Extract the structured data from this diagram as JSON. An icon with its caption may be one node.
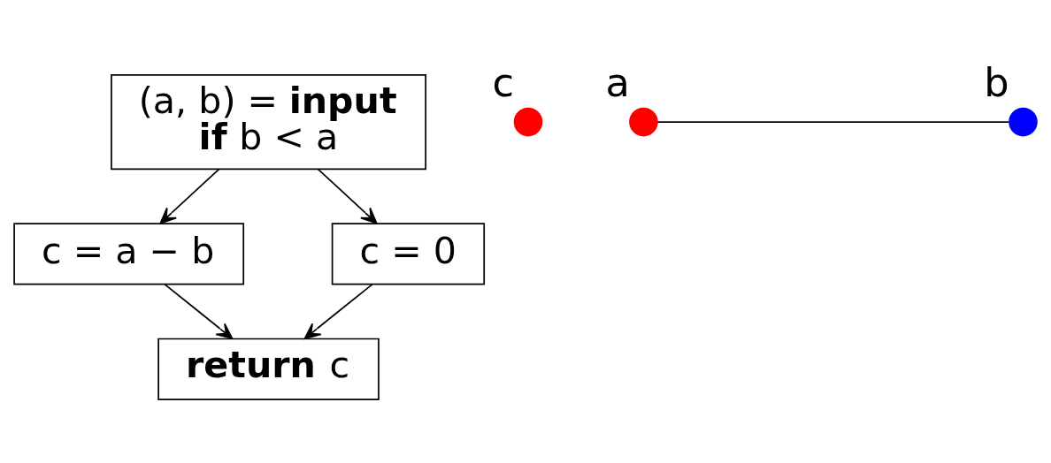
{
  "diagram": {
    "nodes": [
      {
        "text": [
          "(a, b) = **input**",
          "**if** b < a"
        ]
      },
      {
        "text": [
          "c = a − b"
        ]
      },
      {
        "text": [
          "c = 0"
        ]
      },
      {
        "text": [
          "**return** c"
        ]
      },
      {
        "text": [],
        "shape": "circle",
        "beside": [
          "c"
        ]
      },
      {
        "text": [],
        "shape": "circle",
        "beside": [
          "a"
        ]
      },
      {
        "text": [],
        "shape": "circle",
        "beside": [
          "b"
        ]
      }
    ],
    "edges": [
      {
        "from": 0,
        "to": 1,
        "arrow": "to"
      },
      {
        "from": 0,
        "to": 2,
        "arrow": "to"
      },
      {
        "from": 1,
        "to": 3,
        "arrow": "to"
      },
      {
        "from": 2,
        "to": 3,
        "arrow": "to"
      },
      {
        "from": 5,
        "to": 6,
        "arrow": "none"
      }
    ]
  }
}
